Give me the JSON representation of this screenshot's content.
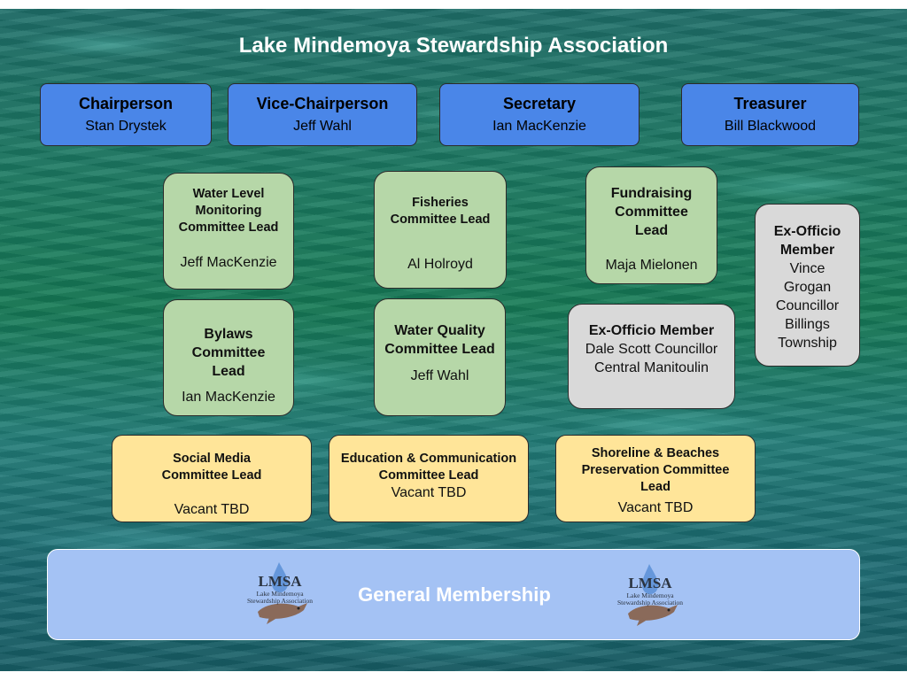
{
  "title": "Lake Mindemoya Stewardship Association",
  "officers": [
    {
      "role": "Chairperson",
      "name": "Stan Drystek"
    },
    {
      "role": "Vice-Chairperson",
      "name": "Jeff Wahl"
    },
    {
      "role": "Secretary",
      "name": "Ian MacKenzie"
    },
    {
      "role": "Treasurer",
      "name": "Bill Blackwood"
    }
  ],
  "committees_green": [
    {
      "role": "Water Level Monitoring Committee Lead",
      "name": "Jeff MacKenzie"
    },
    {
      "role": "Fisheries Committee Lead",
      "name": "Al Holroyd"
    },
    {
      "role": "Fundraising Committee Lead",
      "name": "Maja Mielonen"
    },
    {
      "role": "Bylaws Committee Lead",
      "name": "Ian MacKenzie"
    },
    {
      "role": "Water Quality Committee Lead",
      "name": "Jeff Wahl"
    }
  ],
  "ex_officio": [
    {
      "role": "Ex-Officio Member",
      "name": "Dale Scott Councillor Central Manitoulin"
    },
    {
      "role": "Ex-Officio Member",
      "name": "Vince Grogan Councillor Billings Township"
    }
  ],
  "committees_vacant": [
    {
      "role": "Social Media Committee Lead",
      "name": "Vacant TBD"
    },
    {
      "role": "Education & Communication Committee Lead",
      "name": "Vacant TBD"
    },
    {
      "role": "Shoreline & Beaches Preservation Committee Lead",
      "name": "Vacant TBD"
    }
  ],
  "general": {
    "label": "General Membership",
    "logo": {
      "acronym": "LMSA",
      "line1": "Lake Mindemoya",
      "line2": "Stewardship Association"
    }
  }
}
